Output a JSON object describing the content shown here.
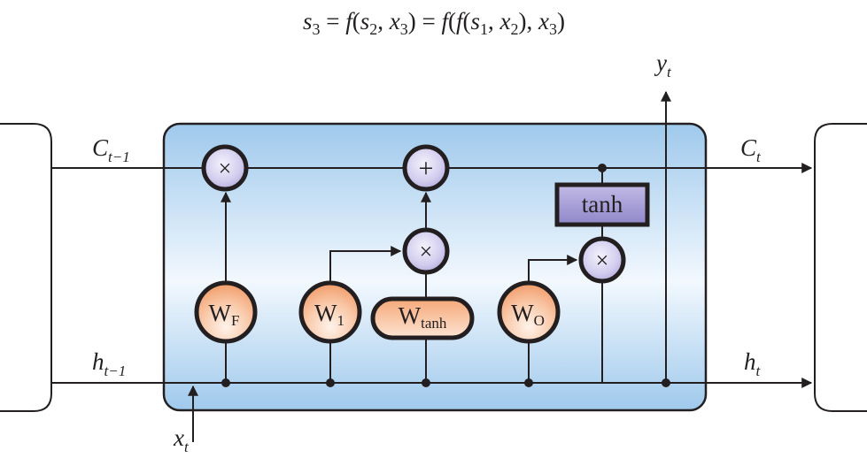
{
  "formula": {
    "lhs_s": "s",
    "lhs_sub": "3",
    "eq1": " = ",
    "f1": "f",
    "open1": "(",
    "s2": "s",
    "s2_sub": "2",
    "comma1": ", ",
    "x3a": "x",
    "x3a_sub": "3",
    "close1": ")",
    "eq2": " = ",
    "f2": "f",
    "open2": "(",
    "f3": "f",
    "open3": "(",
    "s1": "s",
    "s1_sub": "1",
    "comma2": ", ",
    "x2": "x",
    "x2_sub": "2",
    "close3": ")",
    "comma3": ", ",
    "x3b": "x",
    "x3b_sub": "3",
    "close2": ")"
  },
  "labels": {
    "c_prev": "C",
    "c_prev_sub": "t−1",
    "c_t": "C",
    "c_t_sub": "t",
    "h_prev": "h",
    "h_prev_sub": "t−1",
    "h_t": "h",
    "h_t_sub": "t",
    "x_t": "x",
    "x_t_sub": "t",
    "y_t": "y",
    "y_t_sub": "t"
  },
  "operators": {
    "forget_mult": "×",
    "add": "+",
    "input_mult": "×",
    "output_mult": "×"
  },
  "weights": {
    "wf": "W",
    "wf_sub": "F",
    "w1": "W",
    "w1_sub": "1",
    "wtanh": "W",
    "wtanh_sub": "tanh",
    "wo": "W",
    "wo_sub": "O"
  },
  "tanh_box": "tanh",
  "colors": {
    "cell_top": "#a9cfee",
    "cell_mid": "#eef6fd",
    "operator_fill": "#cfc9ea",
    "weight_fill": "#f6b48d",
    "tanh_fill": "#a39bd3",
    "stroke": "#231f20"
  }
}
